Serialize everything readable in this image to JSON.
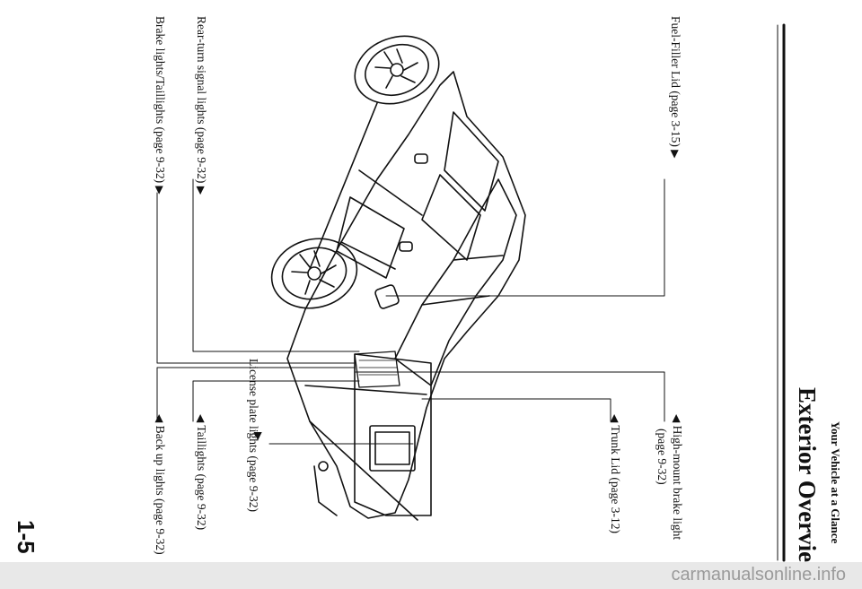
{
  "header": {
    "section": "Your Vehicle at a Glance",
    "title": "Exterior Overview"
  },
  "page_number": "1-5",
  "callouts": {
    "fuel_filler_lid": "Fuel-Filler Lid (page 3-15)",
    "rear_turn_signal": "Rear-turn signal lights (page 9-32)",
    "brake_taillights": "Brake lights/Taillights (page 9-32)",
    "high_mount_line1": "High-mount brake light",
    "high_mount_line2": "(page 9-32)",
    "trunk_lid": "Trunk Lid (page 3-12)",
    "license_plate": "License plate lights (page 9-32)",
    "taillights": "Taillights (page 9-32)",
    "back_up_lights": "Back up lights (page 9-32)"
  },
  "watermark": "carmanualsonline.info"
}
